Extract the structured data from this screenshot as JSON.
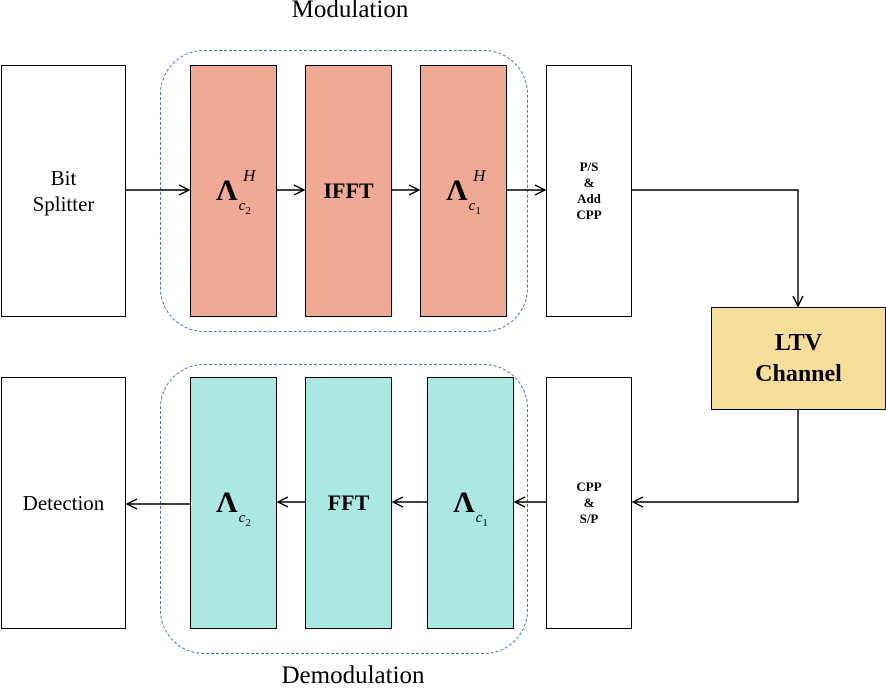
{
  "titles": {
    "modulation": "Modulation",
    "demodulation": "Demodulation"
  },
  "blocks": {
    "bit_splitter": [
      "Bit",
      "Splitter"
    ],
    "lambda_c2_H": {
      "symbol": "Λ",
      "sub": "c",
      "subsub": "2",
      "sup": "H"
    },
    "ifft": "IFFT",
    "lambda_c1_H": {
      "symbol": "Λ",
      "sub": "c",
      "subsub": "1",
      "sup": "H"
    },
    "ps_add_cpp": [
      "P/S",
      "&",
      "Add",
      "CPP"
    ],
    "ltv_channel": [
      "LTV",
      "Channel"
    ],
    "cpp_sp": [
      "CPP",
      "&",
      "S/P"
    ],
    "lambda_c1": {
      "symbol": "Λ",
      "sub": "c",
      "subsub": "1"
    },
    "fft": "FFT",
    "lambda_c2": {
      "symbol": "Λ",
      "sub": "c",
      "subsub": "2"
    },
    "detection": "Detection"
  },
  "colors": {
    "modulation_block": "#efa995",
    "demodulation_block": "#abe8e1",
    "channel_block": "#f7dd9a",
    "group_border": "#4472c4"
  }
}
